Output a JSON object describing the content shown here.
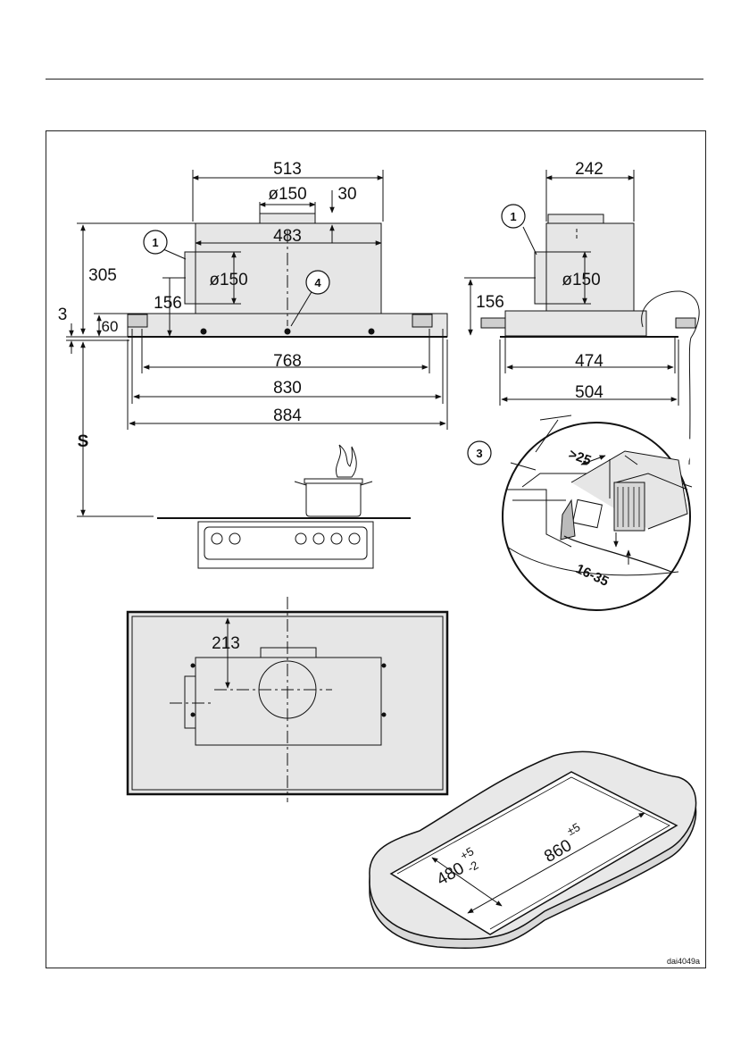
{
  "dimensions": {
    "width_513": "513",
    "dia_150_top": "ø150",
    "height_30": "30",
    "width_483": "483",
    "height_305": "305",
    "dia_150_side": "ø150",
    "height_156": "156",
    "height_3": "3",
    "height_60": "60",
    "width_768": "768",
    "width_830": "830",
    "width_884": "884",
    "depth_242": "242",
    "side_156": "156",
    "side_dia_150": "ø150",
    "depth_474": "474",
    "depth_504": "504",
    "distance_s": "S",
    "gap_25": ">25",
    "range_16_35": "16-35",
    "offset_213": "213",
    "cutout_480": "480",
    "cutout_480_tol_plus": "+5",
    "cutout_480_tol_minus": "-2",
    "cutout_860": "860",
    "cutout_860_tol": "±5"
  },
  "callouts": {
    "c1_front": "1",
    "c1_side": "1",
    "c3": "3",
    "c4": "4"
  },
  "reference_code": "dai4049a"
}
